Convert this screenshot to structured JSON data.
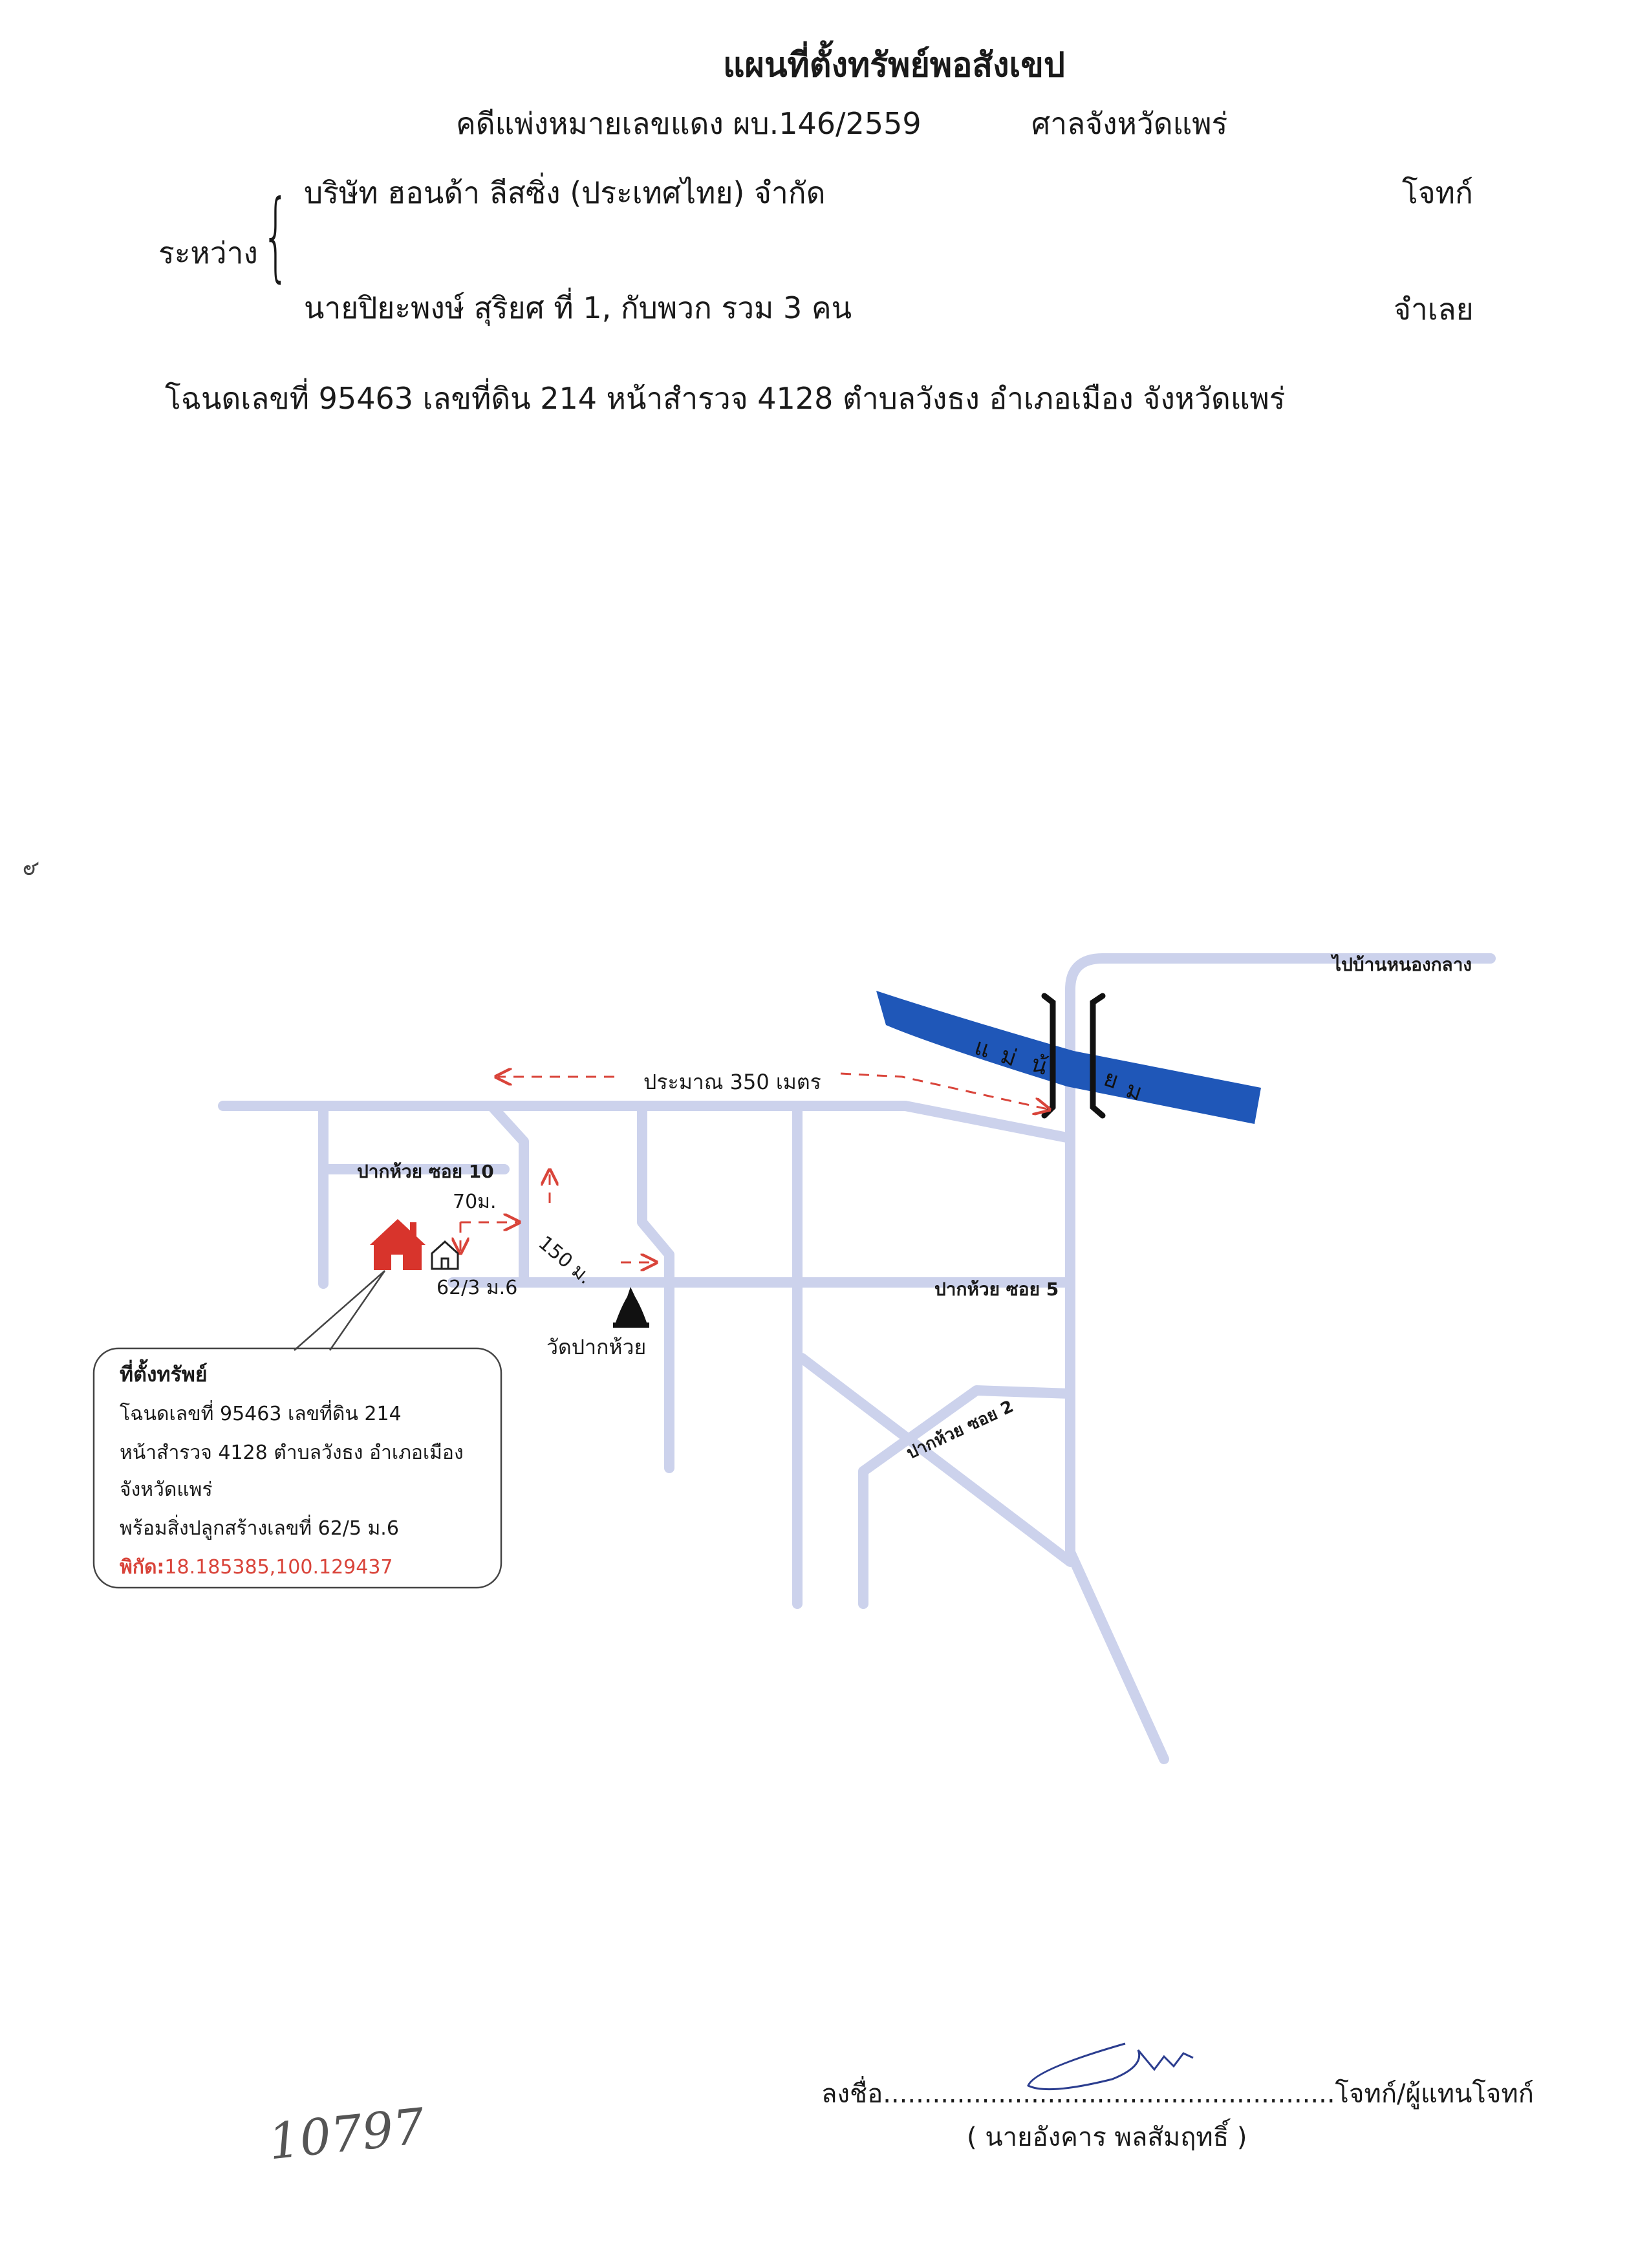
{
  "header": {
    "title": "แผนที่ตั้งทรัพย์พอสังเขป",
    "case_line": "คดีแพ่งหมายเลขแดง ผบ.146/2559",
    "court": "ศาลจังหวัดแพร่"
  },
  "parties": {
    "between_label": "ระหว่าง",
    "plaintiff_name": "บริษัท ฮอนด้า ลีสซิ่ง (ประเทศไทย) จำกัด",
    "plaintiff_role": "โจทก์",
    "defendant_name": "นายปิยะพงษ์ สุริยศ ที่ 1, กับพวก รวม 3 คน",
    "defendant_role": "จำเลย"
  },
  "deed_line": "โฉนดเลขที่ 95463 เลขที่ดิน 214 หน้าสำรวจ 4128  ตำบลวังธง อำเภอเมือง จังหวัดแพร่",
  "margin_mark": "๖",
  "map": {
    "road_color": "#ccd2ec",
    "river_color": "#1f57b8",
    "arrow_color": "#d9443a",
    "labels": {
      "to_village": "ไปบ้านหนองกลาง",
      "distance_350": "ประมาณ 350 เมตร",
      "river_chars": [
        "แ",
        "ม่",
        "น้",
        "ย",
        "ม"
      ],
      "soi10": "ปากห้วย ซอย 10",
      "d70": "70ม.",
      "d150": "150 ม.",
      "house_no": "62/3 ม.6",
      "temple": "วัดปากห้วย",
      "soi5": "ปากห้วย ซอย 5",
      "soi2": "ปากห้วย ซอย 2"
    },
    "icons": [
      "house-icon-red",
      "house-outline-icon",
      "temple-icon"
    ],
    "callout": {
      "title": "ที่ตั้งทรัพย์",
      "line1": "โฉนดเลขที่ 95463 เลขที่ดิน 214",
      "line2": "หน้าสำรวจ 4128  ตำบลวังธง อำเภอเมือง",
      "line3": "จังหวัดแพร่",
      "line4": "พร้อมสิ่งปลูกสร้างเลขที่ 62/5 ม.6",
      "coord_label": "พิกัด:",
      "coord_value": "18.185385,100.129437"
    }
  },
  "signature": {
    "sign_line": "ลงชื่อ.......................................................โจทก์/ผู้แทนโจทก์",
    "signer": "( นายอังคาร พลสัมฤทธิ์ )"
  },
  "handwritten_number": "10797"
}
